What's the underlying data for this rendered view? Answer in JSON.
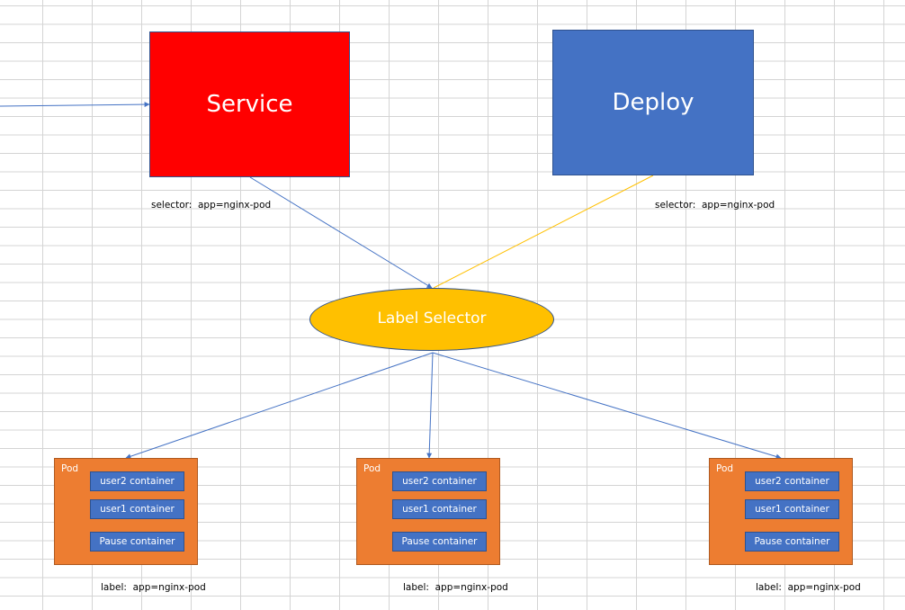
{
  "service": {
    "label": "Service",
    "selector_text": "selector:  app=nginx-pod"
  },
  "deploy": {
    "label": "Deploy",
    "selector_text": "selector:  app=nginx-pod"
  },
  "label_selector": {
    "label": "Label Selector"
  },
  "pods": [
    {
      "title": "Pod",
      "containers": [
        "user2 container",
        "user1 container",
        "Pause container"
      ],
      "label_text": "label:  app=nginx-pod"
    },
    {
      "title": "Pod",
      "containers": [
        "user2 container",
        "user1 container",
        "Pause container"
      ],
      "label_text": "label:  app=nginx-pod"
    },
    {
      "title": "Pod",
      "containers": [
        "user2 container",
        "user1 container",
        "Pause container"
      ],
      "label_text": "label:  app=nginx-pod"
    }
  ],
  "colors": {
    "service_fill": "#ff0000",
    "deploy_fill": "#4472c4",
    "label_selector_fill": "#ffc000",
    "pod_fill": "#ed7d31",
    "container_fill": "#4472c4",
    "connector_blue": "#4472c4",
    "connector_gold": "#ffc000",
    "grid_line": "#d4d4d4"
  }
}
